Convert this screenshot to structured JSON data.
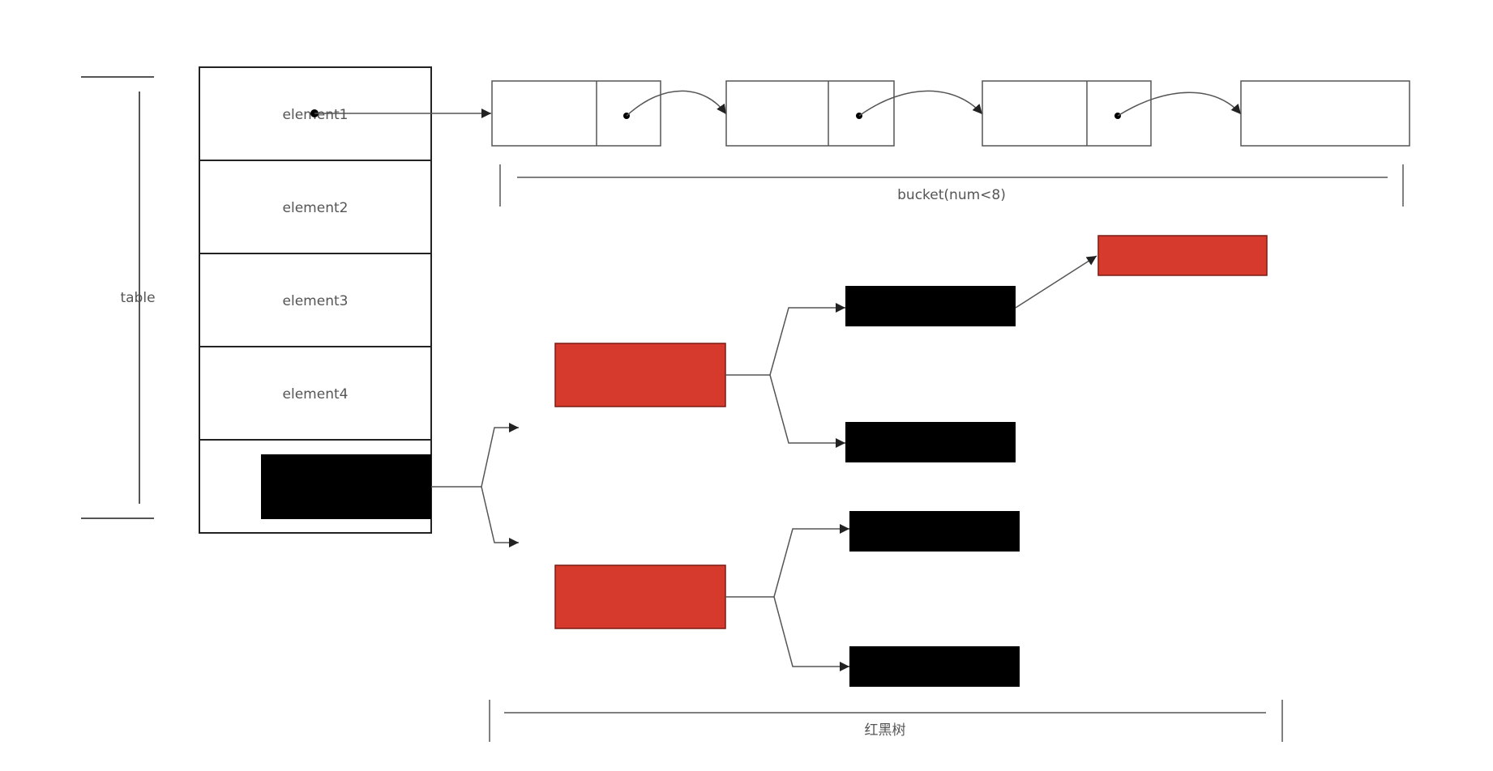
{
  "table": {
    "label": "table",
    "rows": [
      "element1",
      "element2",
      "element3",
      "element4"
    ]
  },
  "bucket": {
    "label": "bucket(num<8)"
  },
  "tree": {
    "label": "红黑树"
  },
  "colors": {
    "red_node": "#d63a2d",
    "black_node": "#000000",
    "line": "#222222"
  }
}
